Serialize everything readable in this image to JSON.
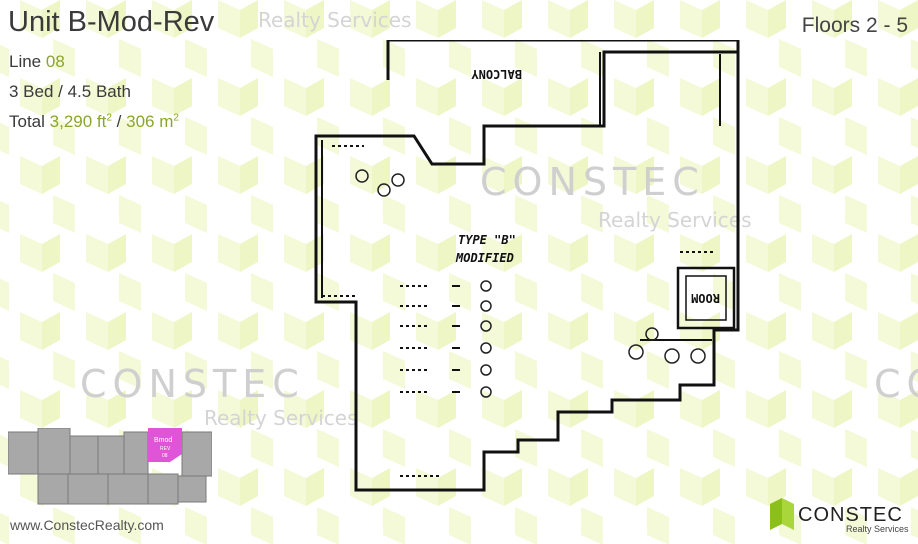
{
  "unit_title": "Unit B-Mod-Rev",
  "floors": "Floors 2 - 5",
  "line_label": "Line",
  "line_value": "08",
  "bed_bath": "3 Bed / 4.5 Bath",
  "total_label": "Total",
  "total_ft": "3,290 ft",
  "total_m": "306 m",
  "sq_sup": "2",
  "watermark_brand": "CONSTEC",
  "watermark_sub": "Realty Services",
  "plan_labels": {
    "type": "TYPE \"B\"",
    "modified": "MODIFIED",
    "balcony": "BALCONY",
    "room": "ROOM"
  },
  "keyplan_label": "Bmod",
  "keyplan_sub": "REV",
  "keyplan_line": "08",
  "website": "www.ConstecRealty.com",
  "brand_name": "CONSTEC",
  "brand_sub": "Realty Services",
  "colors": {
    "accent": "#8aa62a",
    "hexagon": "#f3f9d2",
    "highlight": "#e055d8",
    "keyplan": "#a8a8a8"
  },
  "icons": [
    "constec-logo-icon"
  ]
}
